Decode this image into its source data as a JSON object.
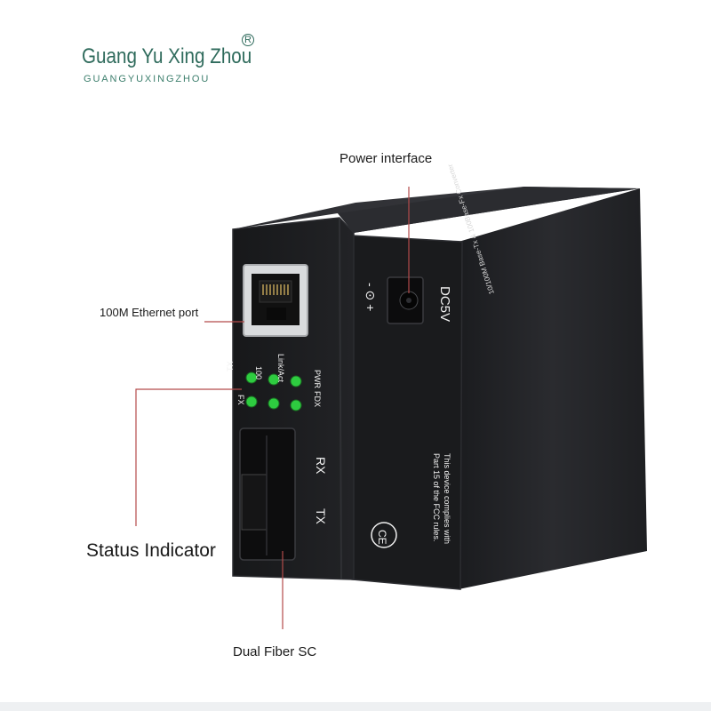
{
  "brand": {
    "name": "Guang Yu Xing Zhou",
    "sub": "GUANGYUXINGZHOU",
    "reg": "R"
  },
  "callouts": {
    "power": "Power interface",
    "ethernet": "100M Ethernet port",
    "status": "Status Indicator",
    "fiber": "Dual Fiber SC"
  },
  "device": {
    "dc_label": "DC5V",
    "polarity": "- ⊙ +",
    "led_top": [
      "TX",
      "100",
      "Link/Act"
    ],
    "led_bottom": [
      "FX",
      "FDX",
      "PWR"
    ],
    "rx_label": "RX",
    "tx_label": "TX",
    "fcc_line1": "This device complies with",
    "fcc_line2": "Part 15 of the FCC rules.",
    "ce_mark": "CE",
    "side_text": "10/100M Base-Tx & 100Base-Fx Converter"
  },
  "colors": {
    "brand": "#2f6b5c",
    "callout_line": "#b34a4a",
    "led": "#2ecc40",
    "body": "#1c1d20"
  }
}
